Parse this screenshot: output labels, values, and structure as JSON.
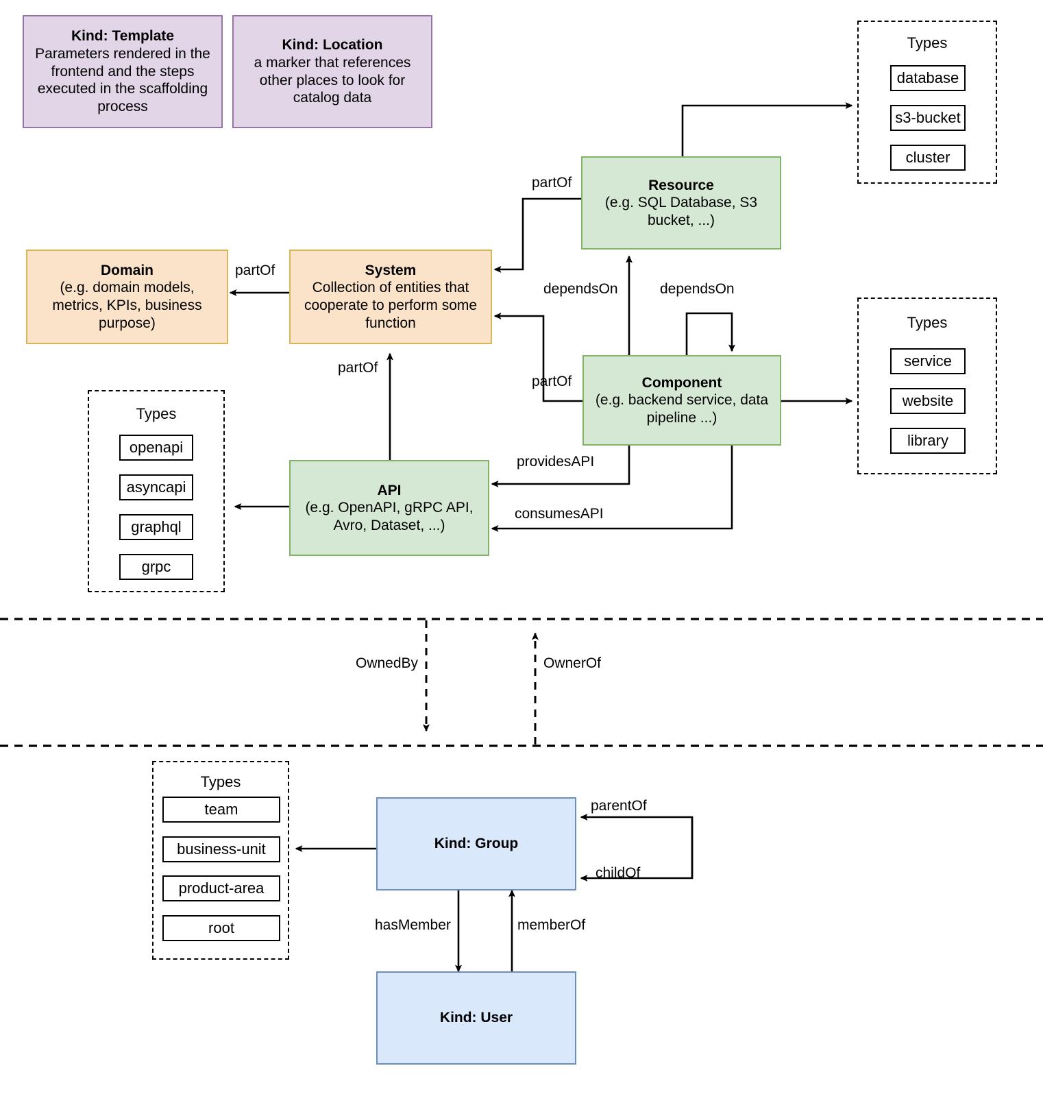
{
  "diagram": {
    "title": "Backstage catalog entity kinds and relations",
    "colors": {
      "template_fill": "#e1d5e7",
      "template_stroke": "#9673a6",
      "domain_fill": "#fae3c8",
      "domain_stroke": "#d6b656",
      "component_fill": "#d5e8d4",
      "component_stroke": "#82b366",
      "group_fill": "#dae8fc",
      "group_stroke": "#6c8ebf",
      "line": "#000000"
    }
  },
  "nodes": {
    "template": {
      "title": "Kind: Template",
      "body": "Parameters rendered in the frontend and the steps executed in  the scaffolding process"
    },
    "location": {
      "title": "Kind: Location",
      "body": "a marker that references other places to look for catalog data"
    },
    "domain": {
      "title": "Domain",
      "body": "(e.g.  domain models, metrics, KPIs, business purpose)"
    },
    "system": {
      "title": "System",
      "body": "Collection of entities that cooperate to perform some function"
    },
    "resource": {
      "title": "Resource",
      "body": "(e.g. SQL Database, S3 bucket, ...)"
    },
    "component": {
      "title": "Component",
      "body": "(e.g. backend service, data pipeline ...)"
    },
    "api": {
      "title": "API",
      "body": "(e.g. OpenAPI, gRPC API, Avro, Dataset, ...)"
    },
    "group": {
      "title": "Kind: Group",
      "body": ""
    },
    "user": {
      "title": "Kind: User",
      "body": ""
    }
  },
  "type_groups": [
    {
      "id": "resource-types",
      "header": "Types",
      "items": [
        "database",
        "s3-bucket",
        "cluster"
      ]
    },
    {
      "id": "component-types",
      "header": "Types",
      "items": [
        "service",
        "website",
        "library"
      ]
    },
    {
      "id": "api-types",
      "header": "Types",
      "items": [
        "openapi",
        "asyncapi",
        "graphql",
        "grpc"
      ]
    },
    {
      "id": "group-types",
      "header": "Types",
      "items": [
        "team",
        "business-unit",
        "product-area",
        "root"
      ]
    }
  ],
  "edge_labels": {
    "system_partof_domain": "partOf",
    "resource_partof_system": "partOf",
    "component_partof_system": "partOf",
    "api_partof_system": "partOf",
    "component_dependson_resource": "dependsOn",
    "component_dependson_component": "dependsOn",
    "component_providesapi": "providesAPI",
    "component_consumesapi": "consumesAPI",
    "ownedby": "OwnedBy",
    "ownerof": "OwnerOf",
    "group_parentof": "parentOf",
    "group_childof": "childOf",
    "group_hasmember": "hasMember",
    "user_memberof": "memberOf"
  }
}
